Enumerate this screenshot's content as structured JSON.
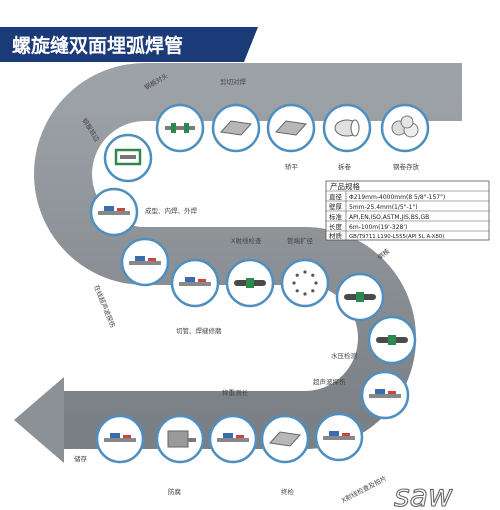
{
  "header": {
    "title": "螺旋缝双面埋弧焊管"
  },
  "colors": {
    "header_bg": "#1a3a78",
    "header_text": "#ffffff",
    "track": "#8c9196",
    "track_dark": "#6b7076",
    "node_ring": "#4f8fc0",
    "node_fill": "#ffffff",
    "label": "#444444",
    "table_border": "#555555"
  },
  "process": {
    "labels": {
      "steel_coil_storage": "钢卷存放",
      "uncoiling": "拆卷",
      "leveling": "矫平",
      "shear_weld": "剪切对焊",
      "strip_butt": "钢板对头",
      "edge_milling": "钢板铣边",
      "forming": "成型、内焊、外焊",
      "online_ut": "在线超声波探伤",
      "cut_weld_repair": "切管、焊缝修磨",
      "xray_check": "X射线检查",
      "pipe_expansion": "管端扩径",
      "chamfer": "倒棱",
      "hydro_test": "水压检测",
      "ut_inspection": "超声波探伤",
      "xray_final": "X射线检查及拍片",
      "final_inspection": "终检",
      "weigh_measure": "称重测长",
      "anticorrosion": "防腐",
      "storage": "储存"
    }
  },
  "spec_table": {
    "header": "产品规格",
    "rows": [
      {
        "key": "直径",
        "value": "Φ219mm-4000mm(8  5/8\"-157\")"
      },
      {
        "key": "壁厚",
        "value": "5mm-25.4mm(1/5\"-1\")"
      },
      {
        "key": "标准",
        "value": "API,EN,ISO,ASTM,JIS,BS,GB"
      },
      {
        "key": "长度",
        "value": "6m-100m(19'-328')"
      },
      {
        "key": "材质",
        "value": "GB/T9711 L190-L555(API 5L A-X80)"
      }
    ]
  },
  "logo": {
    "text": "saw"
  }
}
